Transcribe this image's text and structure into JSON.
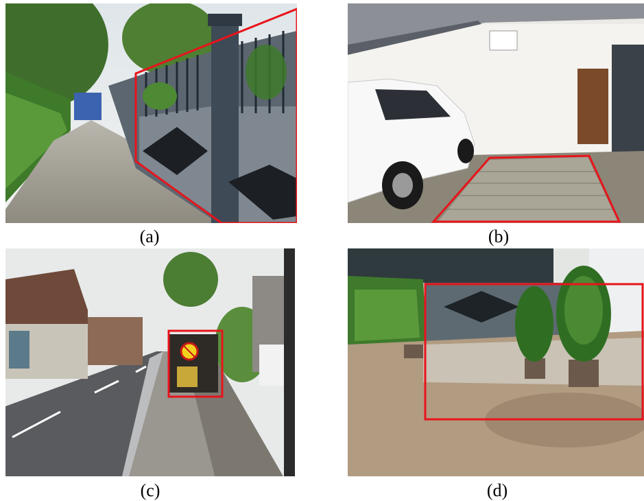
{
  "figure": {
    "panels": [
      {
        "id": "a",
        "label": "(a)",
        "scene": "sidewalk-fence",
        "highlight_shape": "polygon",
        "highlight_color": "#e8141b"
      },
      {
        "id": "b",
        "label": "(b)",
        "scene": "paved-parking-bay",
        "highlight_shape": "polygon",
        "highlight_color": "#e8141b"
      },
      {
        "id": "c",
        "label": "(c)",
        "scene": "street-no-parking-sign",
        "highlight_shape": "rectangle",
        "highlight_color": "#e8141b"
      },
      {
        "id": "d",
        "label": "(d)",
        "scene": "yard-potted-plants",
        "highlight_shape": "rectangle",
        "highlight_color": "#e8141b"
      }
    ]
  }
}
